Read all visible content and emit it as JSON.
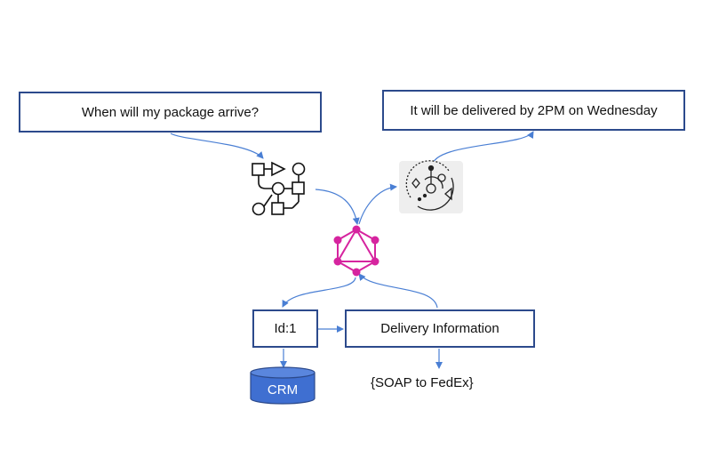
{
  "question": "When will my package arrive?",
  "answer": "It will be delivered by 2PM on Wednesday",
  "id_box": "Id:1",
  "delivery_box": "Delivery Information",
  "crm": "CRM",
  "soap": "{SOAP to FedEx}",
  "colors": {
    "box_border": "#2c4a8c",
    "arrow": "#4a7fd4",
    "graphql": "#d6249f",
    "crm_fill": "#3f6fd1",
    "workflow_icon": "#111111",
    "ai_icon_bg": "#eeeeee"
  },
  "icons": [
    "workflow-icon",
    "ai-model-icon",
    "graphql-logo-icon",
    "database-icon"
  ]
}
